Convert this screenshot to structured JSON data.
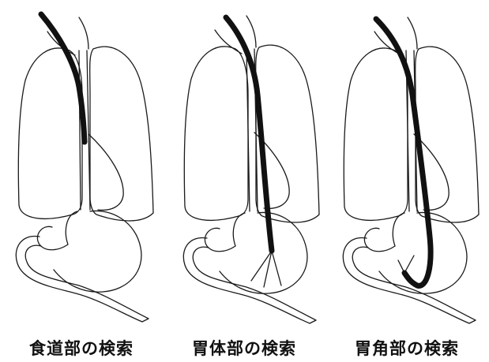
{
  "captions": {
    "esophagus": "食道部の検索",
    "stomach_body": "胃体部の検索",
    "stomach_angle": "胃角部の検索"
  }
}
